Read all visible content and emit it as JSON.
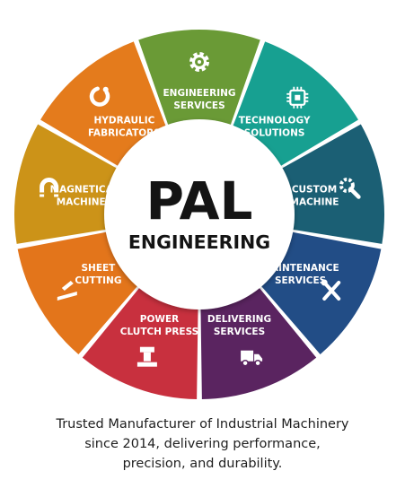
{
  "center": {
    "title": "PAL",
    "subtitle": "ENGINEERING"
  },
  "segments": [
    {
      "lines": [
        "ENGINEERING",
        "SERVICES"
      ],
      "color": "#6a9a36",
      "icon": "gear-icon"
    },
    {
      "lines": [
        "TECHNOLOGY",
        "SOLUTIONS"
      ],
      "color": "#17a091",
      "icon": "circuit-chip-icon"
    },
    {
      "lines": [
        "CUSTOM",
        "MACHINE"
      ],
      "color": "#1b5f74",
      "icon": "wrench-gear-icon"
    },
    {
      "lines": [
        "MAINTENANCE",
        "SERVICES"
      ],
      "color": "#224d86",
      "icon": "tools-icon"
    },
    {
      "lines": [
        "DELIVERING",
        "SERVICES"
      ],
      "color": "#5a2460",
      "icon": "delivery-truck-icon"
    },
    {
      "lines": [
        "POWER",
        "CLUTCH PRESS"
      ],
      "color": "#c8303e",
      "icon": "power-press-icon"
    },
    {
      "lines": [
        "SHEET",
        "CUTTING"
      ],
      "color": "#e3751b",
      "icon": "sheet-cutter-icon"
    },
    {
      "lines": [
        "MAGNETICAL",
        "MACHINES"
      ],
      "color": "#cc9318",
      "icon": "magnet-icon"
    },
    {
      "lines": [
        "HYDRAULIC",
        "FABRICATORS"
      ],
      "color": "#e47b1c",
      "icon": "hydraulic-icon"
    }
  ],
  "caption": {
    "line1": "Trusted Manufacturer of Industrial Machinery",
    "line2": "since 2014, delivering performance,",
    "line3": "precision, and durability."
  }
}
